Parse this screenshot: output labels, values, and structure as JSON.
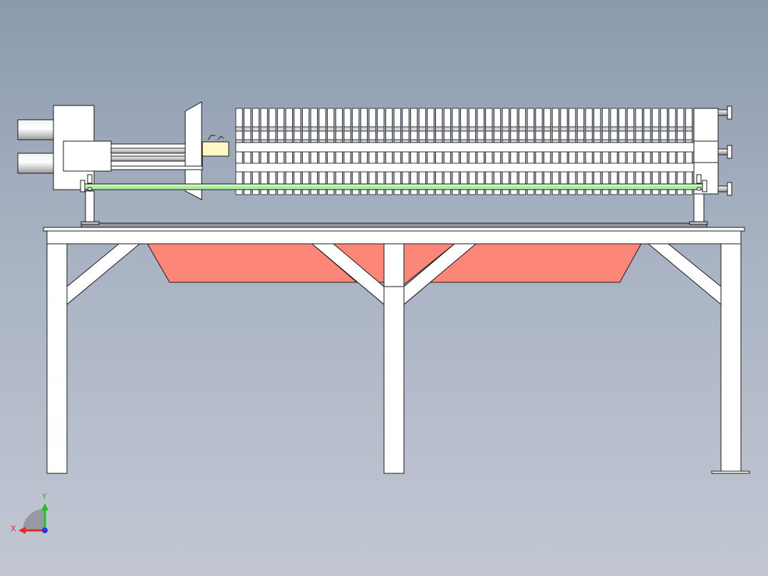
{
  "axes_triad": {
    "x_label": "X",
    "y_label": "Y",
    "x_color": "#e8261d",
    "y_color": "#1fc31f",
    "z_color": "#1a3fe0"
  },
  "colors": {
    "background_top": "#8c9aae",
    "background_bottom": "#c2c7d3",
    "part_fill": "#ffffff",
    "edge": "#1a1a1a",
    "drip_tray": "#fc8779",
    "guide_rod": "#a8ef9a",
    "moving_block": "#fff8c4",
    "filter_plate_shade": "#d4d4d4"
  },
  "filter_plates": {
    "count": 55
  }
}
